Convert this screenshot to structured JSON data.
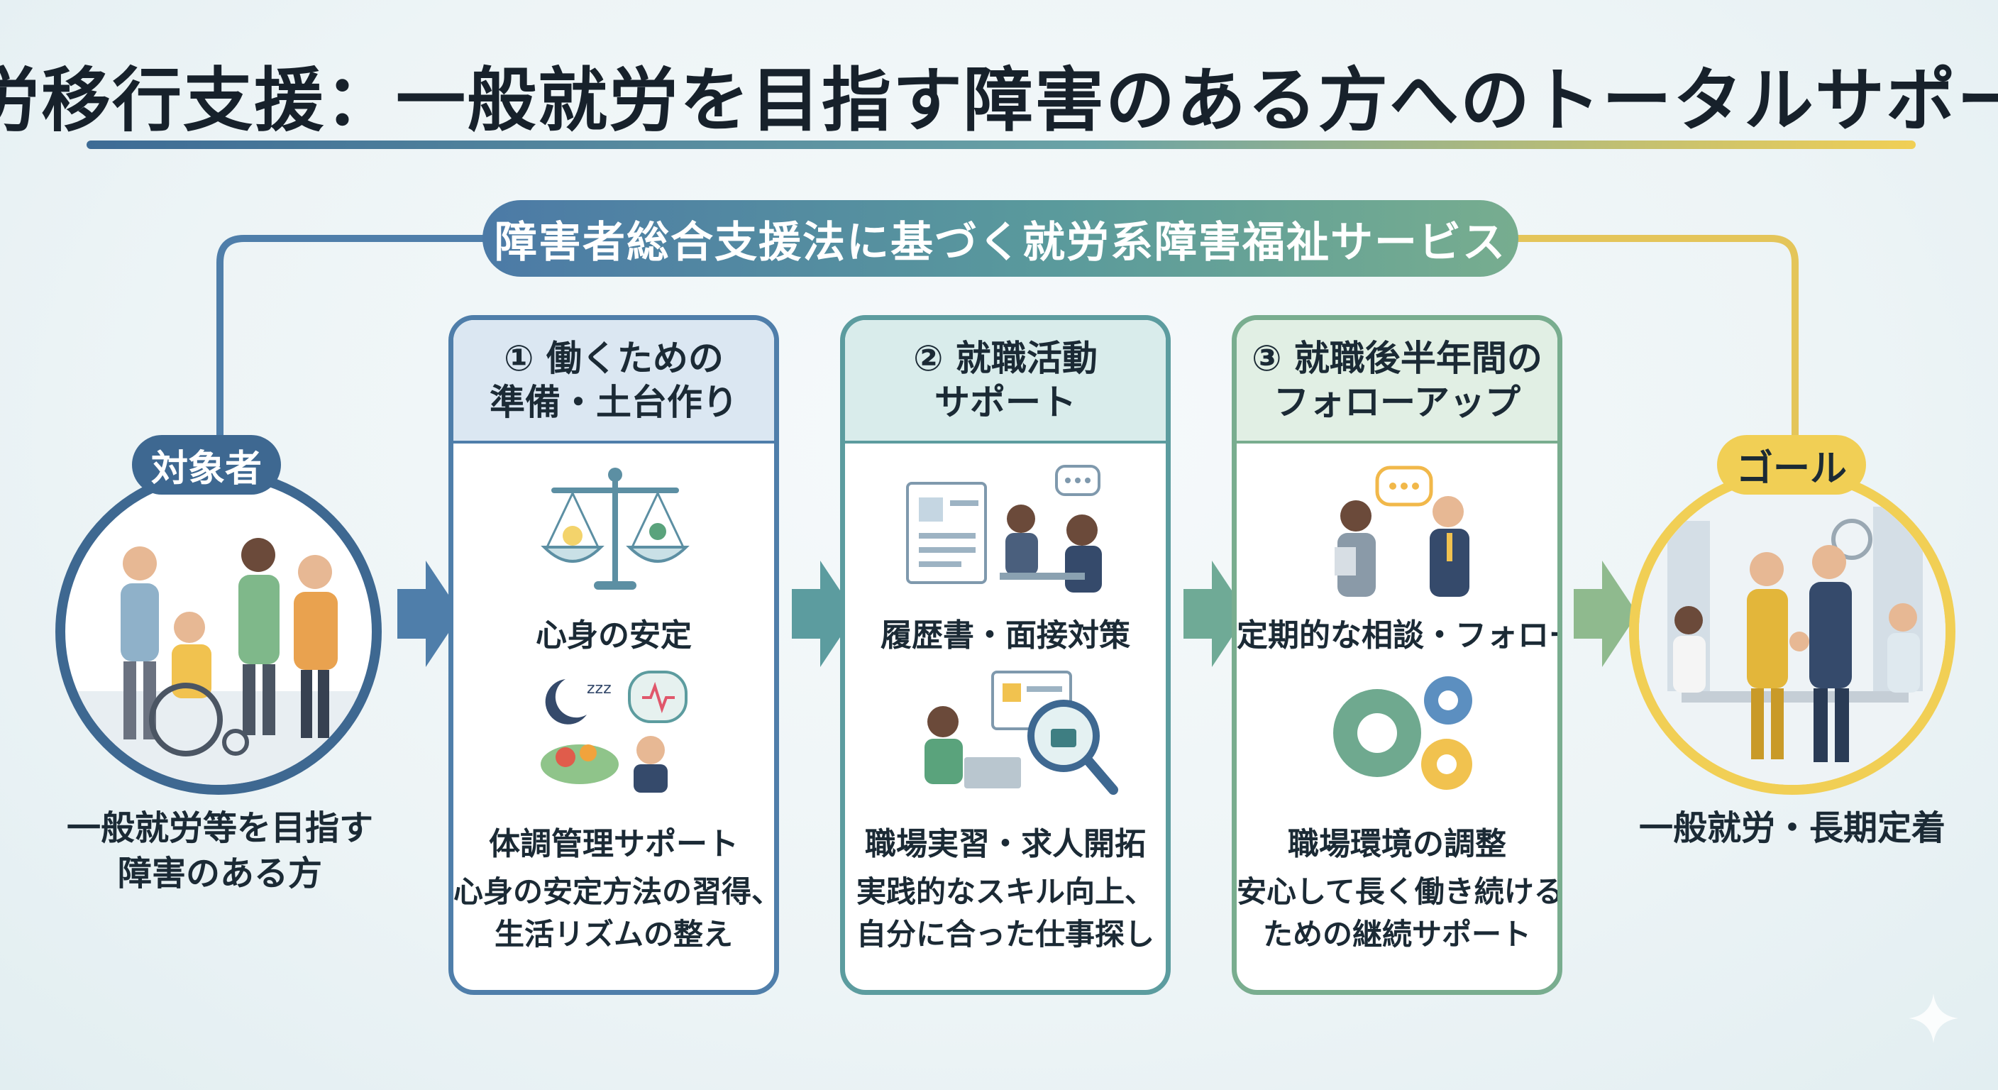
{
  "title": "就労移行支援：一般就労を目指す障害のある方へのトータルサポート",
  "banner": "障害者総合支援法に基づく就労系障害福祉サービス",
  "target": {
    "badge": "対象者",
    "label_lines": [
      "一般就労等を目指す",
      "障害のある方"
    ]
  },
  "goal": {
    "badge": "ゴール",
    "label": "一般就労・長期定着"
  },
  "steps": [
    {
      "heading_lines": [
        "① 働くための",
        "準備・土台作り"
      ],
      "items": [
        "心身の安定",
        "体調管理サポート"
      ],
      "desc_lines": [
        "心身の安定方法の習得、",
        "生活リズムの整え"
      ]
    },
    {
      "heading_lines": [
        "② 就職活動",
        "サポート"
      ],
      "items": [
        "履歴書・面接対策",
        "職場実習・求人開拓"
      ],
      "desc_lines": [
        "実践的なスキル向上、",
        "自分に合った仕事探し"
      ]
    },
    {
      "heading_lines": [
        "③ 就職後半年間の",
        "フォローアップ"
      ],
      "items": [
        "定期的な相談・フォロー",
        "職場環境の調整"
      ],
      "desc_lines": [
        "安心して長く働き続ける",
        "ための継続サポート"
      ]
    }
  ],
  "colors": {
    "step1_border": "#4f7eaa",
    "step1_head": "#dbe7f2",
    "step2_border": "#5c9c9f",
    "step2_head": "#d9eceb",
    "step3_border": "#79ad8f",
    "step3_head": "#e1efe4",
    "target_badge": "#3e6891",
    "goal_badge": "#f1cf55",
    "goal_badge_text": "#1b2a35"
  }
}
